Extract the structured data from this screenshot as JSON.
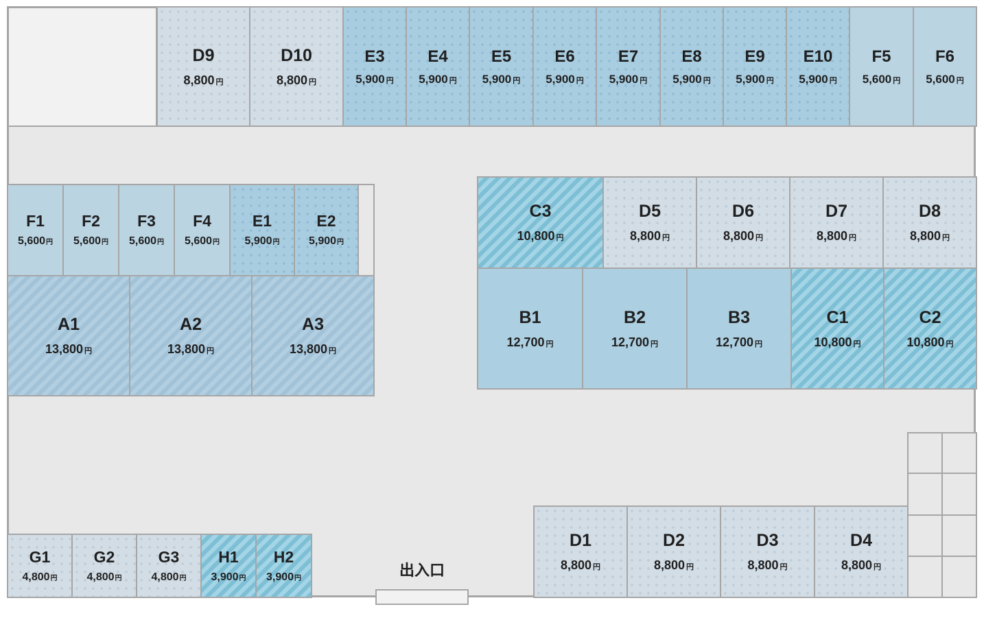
{
  "floor_plan": {
    "entrance_label": "出入口",
    "currency_symbol": "円",
    "colors": {
      "type_A": "#a6c6dc",
      "type_B": "#accfe1",
      "type_C": "#8cc7dc",
      "type_D": "#d3dde5",
      "type_E": "#a9cde0",
      "type_F": "#bad4e2",
      "type_G": "#d3dde5",
      "type_H": "#8cc7dc",
      "wall": "#a6a6a6",
      "aisle": "#e8e8e9"
    },
    "units": [
      {
        "code": "D9",
        "price": "8,800"
      },
      {
        "code": "D10",
        "price": "8,800"
      },
      {
        "code": "E3",
        "price": "5,900"
      },
      {
        "code": "E4",
        "price": "5,900"
      },
      {
        "code": "E5",
        "price": "5,900"
      },
      {
        "code": "E6",
        "price": "5,900"
      },
      {
        "code": "E7",
        "price": "5,900"
      },
      {
        "code": "E8",
        "price": "5,900"
      },
      {
        "code": "E9",
        "price": "5,900"
      },
      {
        "code": "E10",
        "price": "5,900"
      },
      {
        "code": "F5",
        "price": "5,600"
      },
      {
        "code": "F6",
        "price": "5,600"
      },
      {
        "code": "F1",
        "price": "5,600"
      },
      {
        "code": "F2",
        "price": "5,600"
      },
      {
        "code": "F3",
        "price": "5,600"
      },
      {
        "code": "F4",
        "price": "5,600"
      },
      {
        "code": "E1",
        "price": "5,900"
      },
      {
        "code": "E2",
        "price": "5,900"
      },
      {
        "code": "A1",
        "price": "13,800"
      },
      {
        "code": "A2",
        "price": "13,800"
      },
      {
        "code": "A3",
        "price": "13,800"
      },
      {
        "code": "C3",
        "price": "10,800"
      },
      {
        "code": "D5",
        "price": "8,800"
      },
      {
        "code": "D6",
        "price": "8,800"
      },
      {
        "code": "D7",
        "price": "8,800"
      },
      {
        "code": "D8",
        "price": "8,800"
      },
      {
        "code": "B1",
        "price": "12,700"
      },
      {
        "code": "B2",
        "price": "12,700"
      },
      {
        "code": "B3",
        "price": "12,700"
      },
      {
        "code": "C1",
        "price": "10,800"
      },
      {
        "code": "C2",
        "price": "10,800"
      },
      {
        "code": "G1",
        "price": "4,800"
      },
      {
        "code": "G2",
        "price": "4,800"
      },
      {
        "code": "G3",
        "price": "4,800"
      },
      {
        "code": "H1",
        "price": "3,900"
      },
      {
        "code": "H2",
        "price": "3,900"
      },
      {
        "code": "D1",
        "price": "8,800"
      },
      {
        "code": "D2",
        "price": "8,800"
      },
      {
        "code": "D3",
        "price": "8,800"
      },
      {
        "code": "D4",
        "price": "8,800"
      }
    ]
  }
}
